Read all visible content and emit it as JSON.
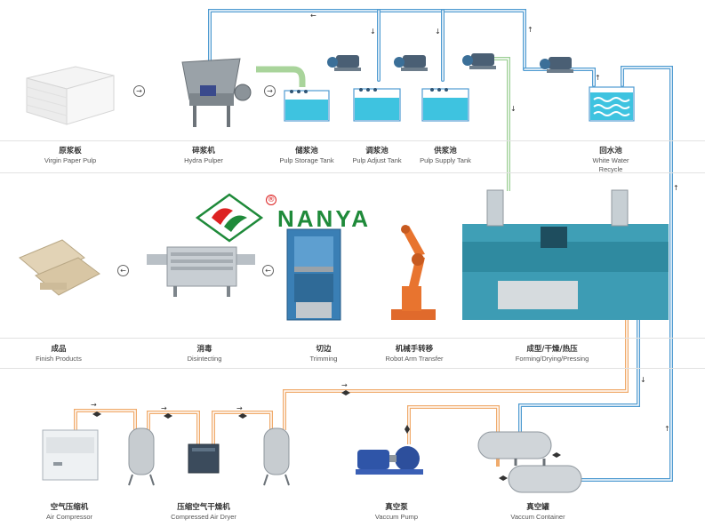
{
  "brand": {
    "name": "NANYA",
    "registered": "®"
  },
  "colors": {
    "water_pipe": "#4f9bd1",
    "air_pipe": "#f0ab6c",
    "green_pipe": "#9ccf95",
    "water": "#3ec3e0",
    "brand": "#1f8a3a"
  },
  "row1": [
    {
      "zh": "原浆板",
      "en": "Virgin Paper Pulp"
    },
    {
      "zh": "碎浆机",
      "en": "Hydra Pulper"
    },
    {
      "zh": "储浆池",
      "en": "Pulp Storage Tank"
    },
    {
      "zh": "调浆池",
      "en": "Pulp Adjust Tank"
    },
    {
      "zh": "供浆池",
      "en": "Pulp Supply Tank"
    },
    {
      "zh": "回水池",
      "en": "White Water",
      "en2": "Recycle"
    }
  ],
  "row2": [
    {
      "zh": "成品",
      "en": "Finish Products"
    },
    {
      "zh": "消毒",
      "en": "Disintecting"
    },
    {
      "zh": "切边",
      "en": "Trimming"
    },
    {
      "zh": "机械手转移",
      "en": "Robot Arm Transfer"
    },
    {
      "zh": "成型/干燥/热压",
      "en": "Forming/Drying/Pressing"
    }
  ],
  "row3": [
    {
      "zh": "空气压缩机",
      "en": "Air Compressor"
    },
    {
      "zh": "压缩空气干燥机",
      "en": "Compressed Air Dryer"
    },
    {
      "zh": "真空泵",
      "en": "Vaccum Pump"
    },
    {
      "zh": "真空罐",
      "en": "Vaccum Container"
    }
  ]
}
